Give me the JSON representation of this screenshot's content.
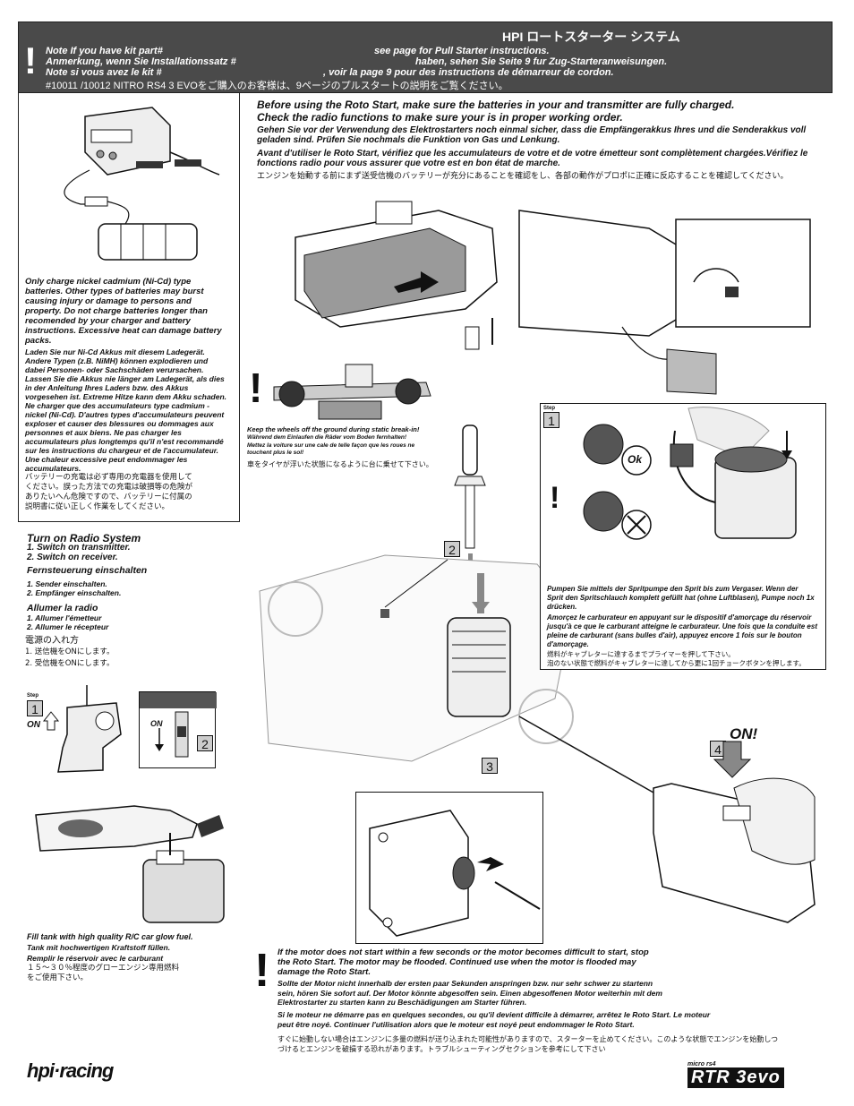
{
  "header": {
    "title_jp": "HPI ロートスターター システム",
    "line_en_a": "Note If  you have kit part#",
    "line_en_b": "see page    for Pull Starter instructions.",
    "line_de_a": "Anmerkung, wenn Sie Installationssatz #",
    "line_de_b": "haben, sehen Sie Seite  9 fur Zug-Starteranweisungen.",
    "line_fr_a": "Note si vous avez le kit #",
    "line_fr_b": ", voir la page 9 pour des instructions de démarreur de cordon.",
    "line_jp": "#10011 /10012 NITRO RS4 3 EVOをご購入のお客様は、9ページのプルスタートの説明をご覧ください。"
  },
  "intro": {
    "en1": "Before using the Roto Start, make sure the batteries in your                  and transmitter are fully charged.",
    "en2": "Check the radio functions to make sure your                 is in proper working order.",
    "de": "Gehen Sie vor der Verwendung des Elektrostarters noch einmal sicher, dass die Empfängerakkus Ihres                    und die Senderakkus voll geladen sind. Prüfen Sie nochmals die Funktion von Gas und Lenkung.",
    "fr": "Avant d'utiliser le Roto Start, vérifiez que les accumulateurs de votre             et de votre émetteur sont complètement chargées.Vérifiez le fonctions radio pour vous assurer que votre               est en bon état de marche.",
    "jp": "エンジンを始動する前にまず送受信機のバッテリーが充分にあることを確認をし、各部の動作がプロポに正確に反応することを確認してください。"
  },
  "battery_warning": {
    "en": "Only charge nickel cadmium (Ni-Cd) type batteries. Other types of batteries may burst causing injury or damage to persons and property. Do not charge batteries longer than recomended by your charger and battery instructions. Excessive heat can damage battery packs.",
    "de": "Laden Sie nur Ni-Cd Akkus mit diesem Ladegerät. Andere Typen (z.B. NiMH) können explodieren und dabei Personen- oder Sachschäden verursachen. Lassen Sie die Akkus nie länger am Ladegerät, als dies in der Anleitung Ihres Laders bzw. des Akkus vorgesehen ist. Extreme Hitze kann dem Akku schaden.",
    "fr": "Ne charger que des accumulateurs type cadmium -nickel (Ni-Cd). D'autres types d'accumulateurs peuvent exploser et causer des blessures ou dommages aux personnes et aux biens. Ne pas charger les accumulateurs plus longtemps qu'il n'est recommandé sur les instructions du chargeur et de l'accumulateur. Une chaleur excessive peut endommager les accumulateurs.",
    "jp": "バッテリーの充電は必ず専用の充電器を使用してください。誤った方法での充電は破損等の危険がありたいへん危険ですので、バッテリーに付属の説明書に従い正しく作業をしてください。"
  },
  "wheels_warning": {
    "en": "Keep the wheels off the ground during static break-in!",
    "de": "Während dem Einlaufen die Räder vom Boden fernhalten!",
    "fr": "Mettez la voiture sur une cale de telle façon que les roues ne touchent plus le sol!",
    "jp": "車をタイヤが浮いた状態になるように台に乗せて下さい。"
  },
  "radio": {
    "title_en": "Turn on Radio System",
    "en1": "1. Switch on transmitter.",
    "en2": "2. Switch on receiver.",
    "title_de": "Fernsteuerung einschalten",
    "de1": "1. Sender einschalten.",
    "de2": "2. Empfänger einschalten.",
    "title_fr": "Allumer la radio",
    "fr1": "1. Allumer l'émetteur",
    "fr2": "2. Allumer le récepteur",
    "title_jp": "電源の入れ方",
    "jp1": "1. 送信機をONにします。",
    "jp2": "2. 受信機をONにします。",
    "on_label": "ON",
    "step_word": "Step"
  },
  "fuel": {
    "en": "Fill tank with high quality R/C car glow fuel.",
    "de": "Tank mit hochwertigen Kraftstoff füllen.",
    "fr": "Remplir le réservoir avec le carburant",
    "jp": "１５～３０％程度のグローエンジン専用燃料をご使用下さい。"
  },
  "prime": {
    "de": "Pumpen Sie mittels der Spritpumpe den Sprit bis zum Vergaser. Wenn der Sprit den Spritschlauch komplett gefüllt hat (ohne Luftblasen), Pumpe noch 1x drücken.",
    "fr": "Amorçez le carburateur en appuyant sur le dispositif d'amorçage du réservoir jusqu'à ce que le carburant atteigne le carburateur. Une fois que la conduite est pleine de carburant (sans bulles d'air), appuyez encore 1 fois sur le bouton d'amorçage.",
    "jp1": "燃料がキャブレターに達するまでプライマーを押して下さい。",
    "jp2": "泡のない状態で燃料がキャブレターに達してから更に1回チョークボタンを押します。",
    "ok_label": "Ok"
  },
  "steps": {
    "s1": "1",
    "s2": "2",
    "s3": "3",
    "s4": "4",
    "on_big": "ON!"
  },
  "motor_warning": {
    "en": "If the motor does not start within a few seconds or the motor becomes difficult to start, stop the Roto Start. The motor may be flooded. Continued use when the motor is flooded may damage the Roto Start.",
    "de": "Sollte der Motor nicht innerhalb der ersten paar Sekunden anspringen bzw. nur sehr schwer zu startenn sein, hören Sie sofort auf. Der Motor könnte abgesoffen sein. Einen abgesoffenen Motor weiterhin mit dem Elektrostarter zu starten kann zu Beschädigungen am Starter führen.",
    "fr": "Si le moteur ne démarre pas en quelques secondes, ou qu'il devient difficile à démarrer, arrêtez le Roto Start. Le moteur peut être noyé. Continuer l'utilisation alors que le moteur est noyé peut endommager le Roto Start.",
    "jp": "すぐに始動しない場合はエンジンに多量の燃料が送り込まれた可能性がありますので、スターターを止めてください。このような状態でエンジンを始動しつづけるとエンジンを破損する恐れがあります。トラブルシューティングセクションを参考にして下さい"
  },
  "footer": {
    "brand": "hpi·racing",
    "model_small": "micro rs4",
    "model": "RTR 3evo"
  }
}
